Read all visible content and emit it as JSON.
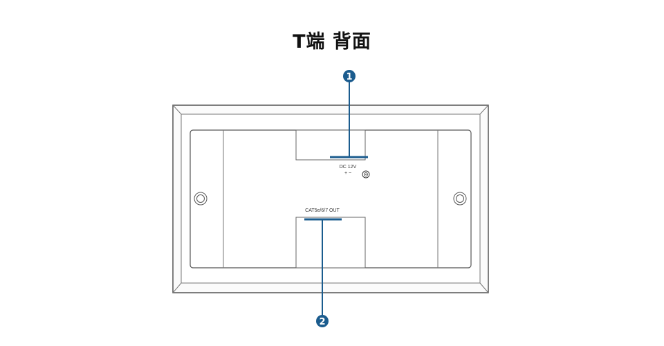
{
  "title": "T端 背面",
  "labels": {
    "dc_power": "DC 12V",
    "dc_polarity": "+  −",
    "cat_out": "CAT5e/6/7 OUT"
  },
  "callouts": [
    {
      "number": "1"
    },
    {
      "number": "2"
    }
  ],
  "colors": {
    "callout": "#1b5c8e",
    "outline": "#555555",
    "panel_fill": "#ffffff"
  }
}
